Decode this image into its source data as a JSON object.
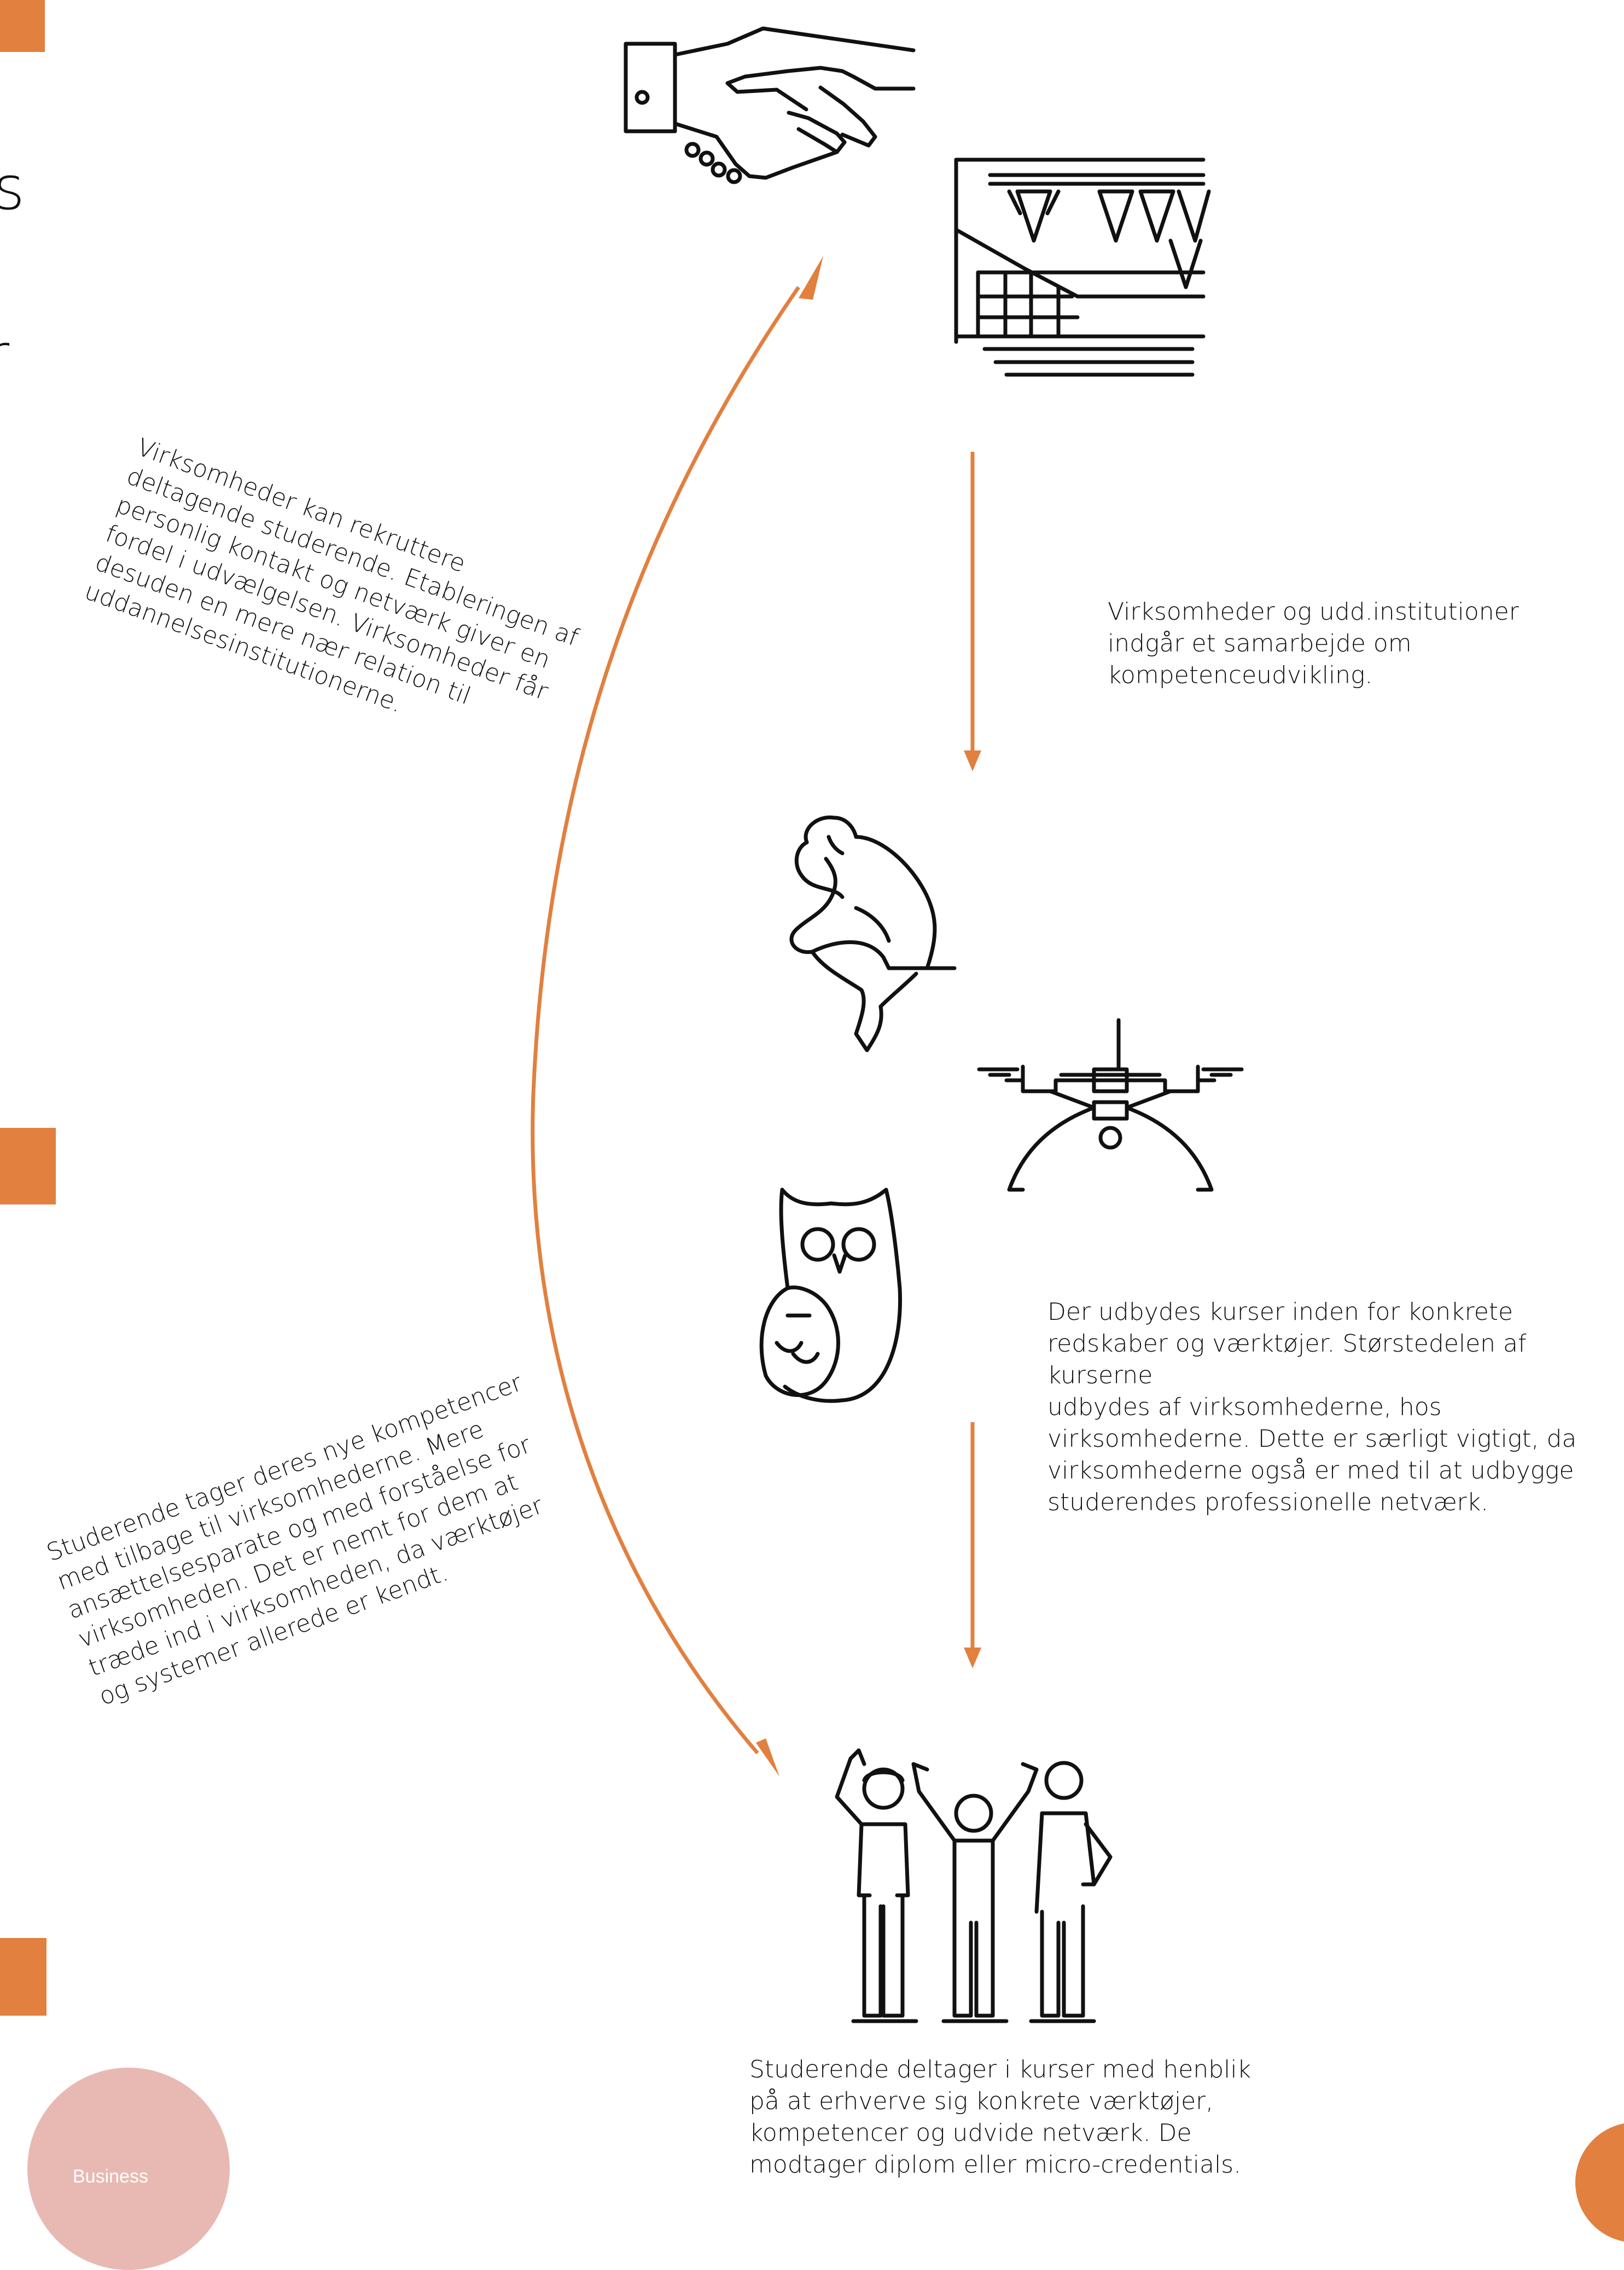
{
  "left_margin": {
    "letter_1": "s",
    "letter_2": "r"
  },
  "badge": {
    "label": "Business"
  },
  "colors": {
    "accent": "#e1803f",
    "badge": "#e8b9b2",
    "line": "#111111"
  },
  "icons": {
    "handshake": "handshake-icon",
    "building": "university-building-icon",
    "thinker": "thinker-statue-icon",
    "drone": "drone-icon",
    "owl": "owl-icon",
    "team": "cheering-team-icon"
  },
  "steps": {
    "partnership_text": "Virksomheder og udd.institutioner\nindgår et samarbejde om\nkompetenceudvikling.",
    "courses_text": "Der udbydes kurser inden for konkrete\nredskaber og værktøjer. Størstedelen af kurserne\nudbydes af virksomhederne, hos\nvirksomhederne. Dette er særligt vigtigt, da\nvirksomhederne også er med til at udbygge\nstuderendes professionelle netværk.",
    "students_text": "Studerende deltager i kurser med henblik\npå at erhverve sig konkrete værktøjer,\nkompetencer og udvide netværk. De\nmodtager diplom eller micro-credentials."
  },
  "loop": {
    "recruit_text": "Virksomheder kan rekruttere\ndeltagende studerende. Etableringen af\npersonlig kontakt og netværk giver en\nfordel i udvælgelsen. Virksomheder får\ndesuden en mere nær relation til\nuddannelsesinstitutionerne.",
    "return_text": "Studerende tager deres nye kompetencer\nmed tilbage til virksomhederne. Mere\nansættelsesparate og med forståelse for\nvirksomheden. Det er nemt for dem at\ntræde ind i virksomheden, da værktøjer\nog systemer allerede er kendt."
  }
}
